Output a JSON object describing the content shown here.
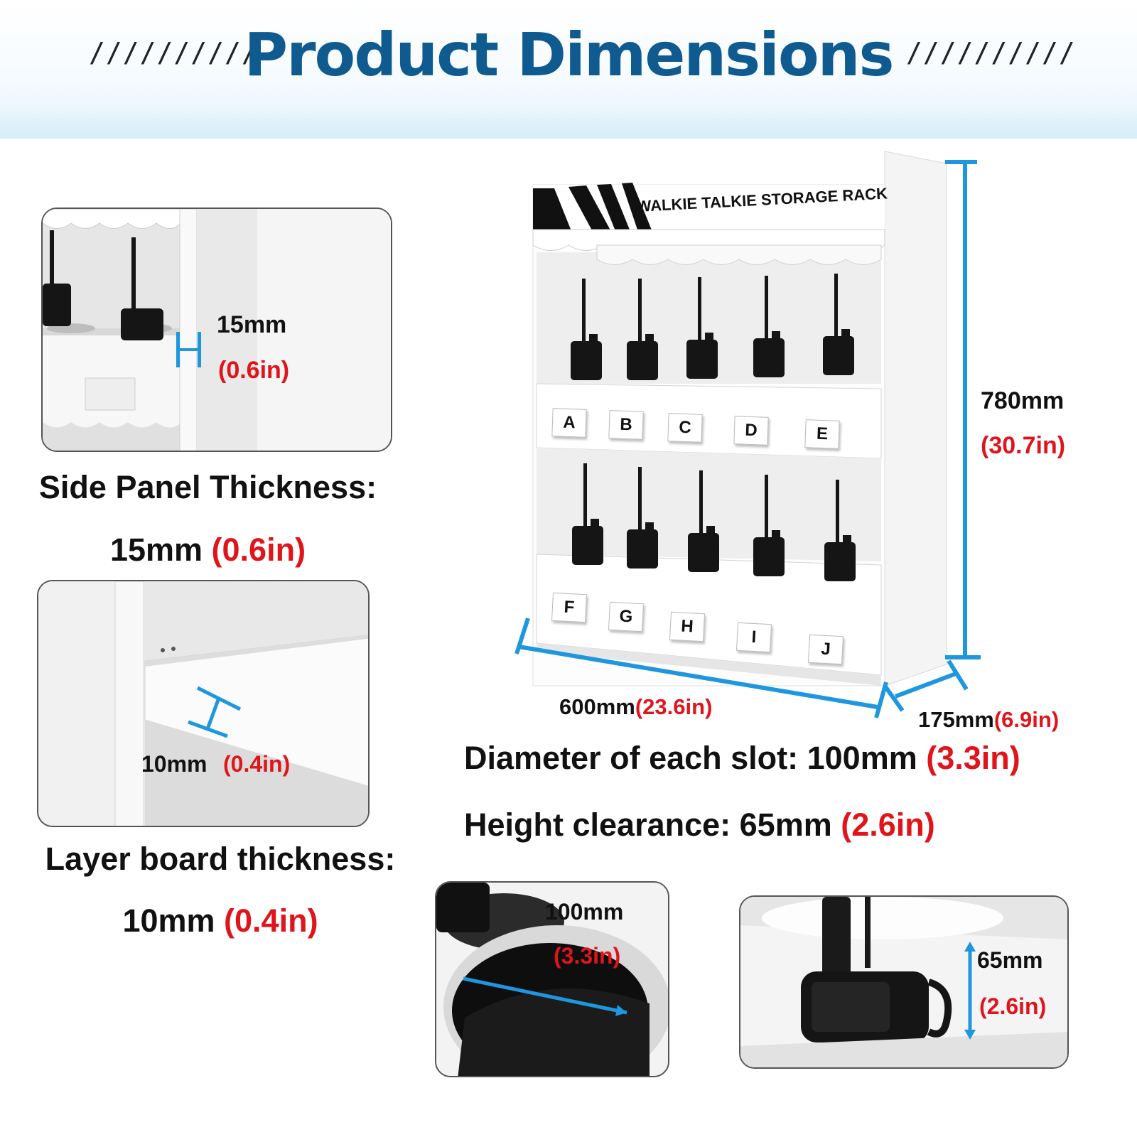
{
  "header": {
    "title": "Product Dimensions",
    "left_slashes": "//////////",
    "right_slashes": "//////////"
  },
  "side_panel": {
    "callout_mm": "15mm",
    "callout_in": "(0.6in)",
    "caption": "Side Panel Thickness:",
    "value_mm": "15mm",
    "value_in": "(0.6in)"
  },
  "layer_board": {
    "callout_mm": "10mm",
    "callout_in": "(0.4in)",
    "caption": "Layer board thickness:",
    "value_mm": "10mm",
    "value_in": "(0.4in)"
  },
  "rack": {
    "banner_text": "WALKIE TALKIE STORAGE RACK",
    "top_labels": [
      "A",
      "B",
      "C",
      "D",
      "E"
    ],
    "bottom_labels": [
      "F",
      "G",
      "H",
      "I",
      "J"
    ],
    "height_mm": "780mm",
    "height_in": "(30.7in)",
    "width_mm": "600mm",
    "width_in": "(23.6in)",
    "depth_mm": "175mm",
    "depth_in": "(6.9in)"
  },
  "slot": {
    "caption": "Diameter of each slot: 100mm",
    "caption_in": "(3.3in)",
    "callout_mm": "100mm",
    "callout_in": "(3.3in)"
  },
  "clearance": {
    "caption": "Height clearance: 65mm",
    "caption_in": "(2.6in)",
    "callout_mm": "65mm",
    "callout_in": "(2.6in)"
  },
  "colors": {
    "title": "#0f5a8e",
    "accent_red": "#e0141b",
    "dimension_blue": "#1e97de"
  }
}
